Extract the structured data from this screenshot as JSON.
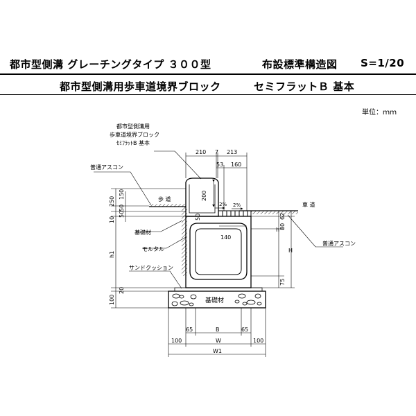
{
  "title": {
    "main": "都市型側溝 グレーチングタイプ ３００型",
    "drawing": "布設標準構造図",
    "scale": "S=1/20"
  },
  "subtitle": {
    "product": "都市型側溝用歩車道境界ブロック",
    "variant": "セミフラットＢ 基本"
  },
  "unit": "単位：ｍｍ",
  "labels": {
    "block_line1": "都市型側溝用",
    "block_line2": "歩車道境界ブロック",
    "block_line3": "ｾﾐﾌﾗｯﾄB 基本",
    "asphalt_left": "普通アスコン",
    "sidewalk": "歩 道",
    "roadway": "車 道",
    "base_left": "基礎材",
    "mortar": "モルタル",
    "sand": "サンドクッション",
    "asphalt_right": "普通アスコン",
    "base_bottom": "基礎材"
  },
  "dims": {
    "top_210": "210",
    "top_7": "7",
    "top_213": "213",
    "top_53": "53",
    "top_160": "160",
    "height_200": "200",
    "grade_left": "2%",
    "grade_right": "2%",
    "inner_50": "50",
    "inner_140": "140",
    "left_250": "250",
    "left_150": "150",
    "left_50a": "50",
    "left_50b": "50",
    "left_10": "10",
    "left_h1": "h1",
    "left_20": "20",
    "left_100": "100",
    "right_80": "80",
    "right_62": "62",
    "right_h": "h",
    "right_H": "H",
    "right_75": "75",
    "bottom_65a": "65",
    "bottom_B": "B",
    "bottom_65b": "65",
    "bottom_100a": "100",
    "bottom_W": "W",
    "bottom_100b": "100",
    "bottom_W1": "W1"
  }
}
